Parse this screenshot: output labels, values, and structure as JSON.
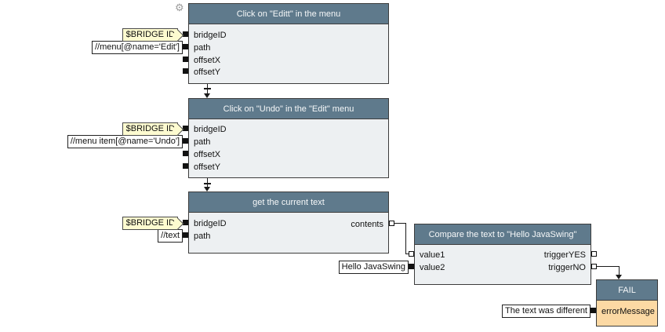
{
  "canvas": {
    "background": "#ffffff",
    "colors": {
      "node_header_bg": "#5f7a8c",
      "node_body_bg": "#edf0f2",
      "node_border": "#3c3c3c",
      "fail_body_bg": "#fcd9a4",
      "tag_bg": "#fdfbd0",
      "value_box_bg": "#ffffff",
      "wire": "#1a1a1a",
      "header_text": "#f6f8f9",
      "port_text": "#111111"
    },
    "icons": {
      "gear": "⚙"
    }
  },
  "nodes": [
    {
      "title": "Click on \"Editt\" in the menu",
      "inputs": [
        "bridgeID",
        "path",
        "offsetX",
        "offsetY"
      ],
      "outputs": []
    },
    {
      "title": "Click on \"Undo\" in the \"Edit\" menu",
      "inputs": [
        "bridgeID",
        "path",
        "offsetX",
        "offsetY"
      ],
      "outputs": []
    },
    {
      "title": "get the current text",
      "inputs": [
        "bridgeID",
        "path"
      ],
      "outputs": [
        "contents"
      ]
    },
    {
      "title": "Compare the text to \"Hello JavaSwing\"",
      "inputs": [
        "value1",
        "value2"
      ],
      "outputs": [
        "triggerYES",
        "triggerNO"
      ]
    },
    {
      "title": "FAIL",
      "inputs": [
        "errorMessage"
      ],
      "outputs": []
    }
  ],
  "value_labels": {
    "bridge_id_1": "$BRIDGE ID",
    "bridge_id_2": "$BRIDGE ID",
    "bridge_id_3": "$BRIDGE ID",
    "menu_edit_path": "//menu[@name='Edit']",
    "menu_undo_path": "//menu item[@name='Undo']",
    "text_path": "//text",
    "expected_text": "Hello JavaSwing",
    "error_message": "The text was different"
  }
}
